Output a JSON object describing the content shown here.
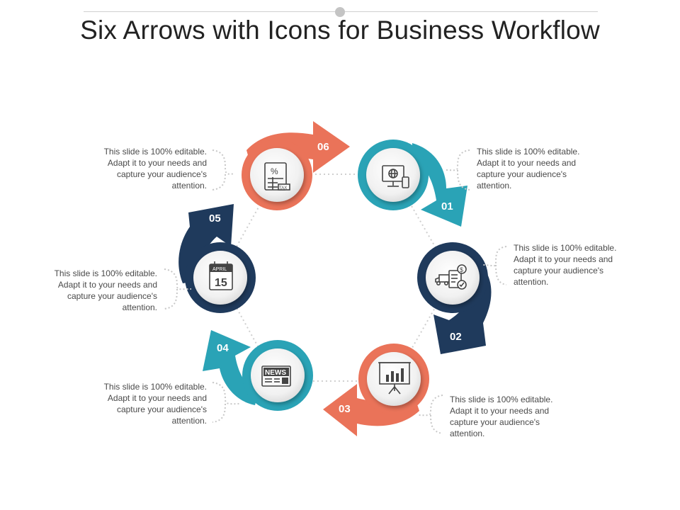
{
  "title": "Six Arrows with Icons for Business Workflow",
  "colors": {
    "orange": "#ea7359",
    "teal": "#2aa3b6",
    "navy": "#1f3a5c"
  },
  "steps": [
    {
      "number": "01",
      "color": "teal",
      "icon": "computer-globe-icon",
      "text": "This slide is 100% editable. Adapt it to your needs and capture your audience's attention."
    },
    {
      "number": "02",
      "color": "navy",
      "icon": "delivery-truck-invoice-icon",
      "text": "This slide is 100% editable. Adapt it to your needs and capture your audience's attention."
    },
    {
      "number": "03",
      "color": "orange",
      "icon": "presentation-chart-icon",
      "text": "This slide is 100% editable. Adapt it to your needs and capture your audience's attention."
    },
    {
      "number": "04",
      "color": "teal",
      "icon": "newspaper-icon",
      "text": "This slide is 100% editable. Adapt it to your needs and capture your audience's attention."
    },
    {
      "number": "05",
      "color": "navy",
      "icon": "calendar-icon",
      "text": "This slide is 100% editable. Adapt it to your needs and capture your audience's attention.",
      "icon_month": "APRIL",
      "icon_day": "15"
    },
    {
      "number": "06",
      "color": "orange",
      "icon": "tax-calculator-icon",
      "text": "This slide is 100% editable. Adapt it to your needs and capture your audience's attention.",
      "icon_symbol": "%",
      "icon_tag": "TAX"
    }
  ],
  "news_icon_text": "NEWS"
}
